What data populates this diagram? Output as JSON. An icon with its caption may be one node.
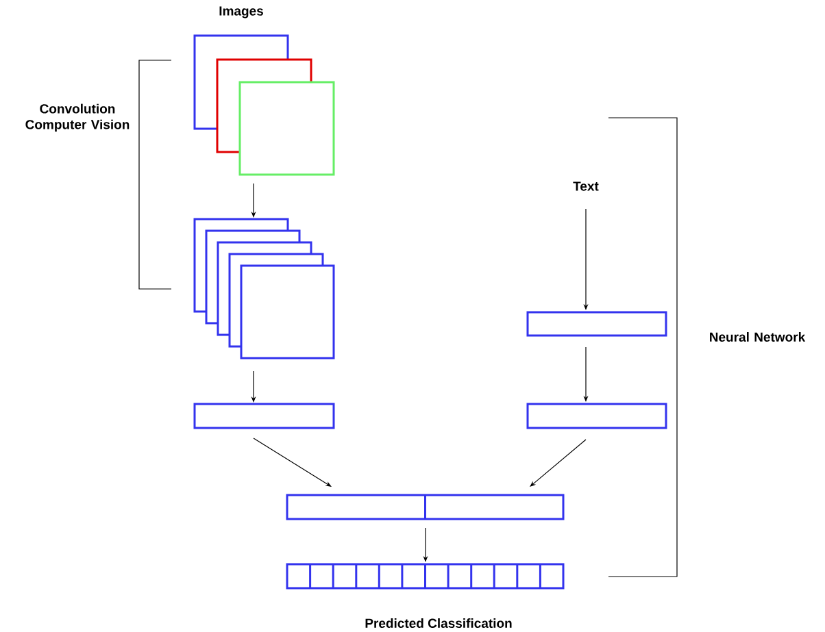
{
  "diagram": {
    "nodes": [
      {
        "text": [
          "Images"
        ]
      },
      {
        "text": [],
        "shape": "box"
      },
      {
        "text": [],
        "shape": "box"
      },
      {
        "text": [],
        "shape": "box"
      },
      {
        "text": [],
        "shape": "box"
      },
      {
        "text": [],
        "shape": "box"
      },
      {
        "text": [],
        "shape": "box"
      },
      {
        "text": [],
        "shape": "box"
      },
      {
        "text": [],
        "shape": "bar"
      },
      {
        "text": [
          "Text"
        ]
      },
      {
        "text": [],
        "shape": "bar"
      },
      {
        "text": [],
        "shape": "bar"
      },
      {
        "text": [],
        "shape": "bar"
      },
      {
        "text": [],
        "shape": "bar",
        "beside": [
          "Predicted Classification"
        ]
      }
    ],
    "edges": [
      {
        "from": 2,
        "to": 3,
        "arrow": "to"
      },
      {
        "from": 7,
        "to": 8,
        "arrow": "to"
      },
      {
        "from": 9,
        "to": 10,
        "arrow": "to"
      },
      {
        "from": 10,
        "to": 11,
        "arrow": "to"
      },
      {
        "from": 8,
        "to": 12,
        "arrow": "to"
      },
      {
        "from": 11,
        "to": 12,
        "arrow": "to"
      },
      {
        "from": 12,
        "to": 13,
        "arrow": "to"
      }
    ],
    "labels": [
      "Convolution Computer Vision",
      "Neural Network"
    ]
  }
}
